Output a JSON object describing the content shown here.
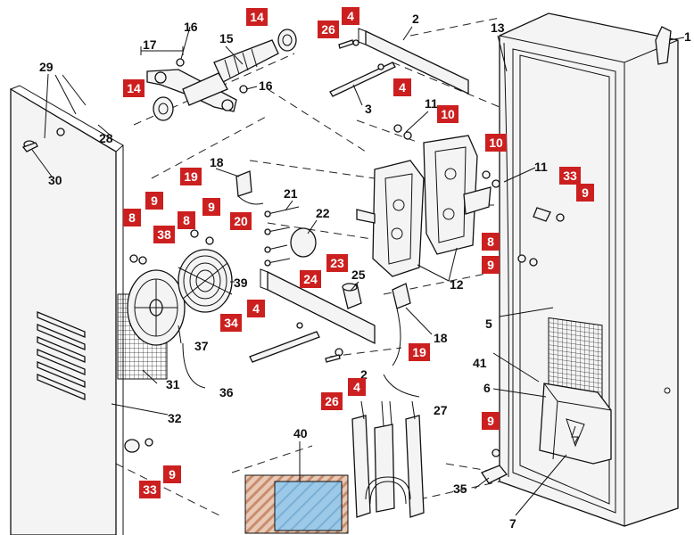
{
  "diagram": {
    "accent_color": "#cc1f1f",
    "plain_labels": [
      "1",
      "2",
      "2",
      "3",
      "5",
      "6",
      "7",
      "11",
      "11",
      "12",
      "13",
      "15",
      "16",
      "16",
      "17",
      "18",
      "18",
      "21",
      "22",
      "25",
      "27",
      "28",
      "29",
      "30",
      "31",
      "32",
      "35",
      "36",
      "37",
      "39",
      "40",
      "41"
    ],
    "red_labels": [
      "4",
      "4",
      "4",
      "4",
      "8",
      "8",
      "8",
      "9",
      "9",
      "9",
      "9",
      "9",
      "10",
      "10",
      "14",
      "14",
      "19",
      "19",
      "20",
      "23",
      "24",
      "26",
      "26",
      "33",
      "33",
      "34",
      "38"
    ]
  }
}
